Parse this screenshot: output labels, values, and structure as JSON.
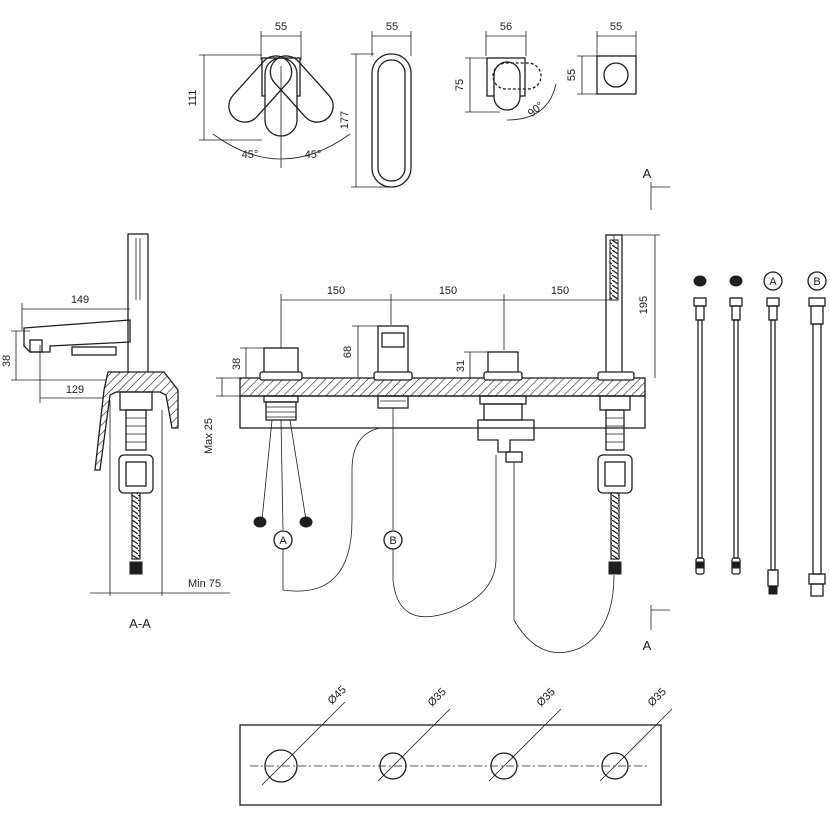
{
  "top_views": {
    "lever_width": "55",
    "lever_height": "111",
    "lever_angle_left": "45°",
    "lever_angle_right": "45°",
    "spout_width": "55",
    "spout_height": "177",
    "diverter_width": "56",
    "diverter_height": "75",
    "diverter_angle": "90°",
    "knob_width": "55",
    "knob_height": "55"
  },
  "section_aa": {
    "spout_reach": "149",
    "spout_height": "38",
    "spout_projection": "129",
    "min_depth": "Min 75",
    "caption": "A-A"
  },
  "front_view": {
    "spacing_1": "150",
    "spacing_2": "150",
    "spacing_3": "150",
    "handshower_height": "195",
    "lever_height": "38",
    "spout_height": "68",
    "diverter_height": "31",
    "deck_max": "Max 25",
    "section_mark_top": "A",
    "section_mark_bottom": "A",
    "connection_a": "A",
    "connection_b": "B"
  },
  "hoses": {
    "label_a": "A",
    "label_b": "B"
  },
  "hole_plan": {
    "hole_1": "Ø45",
    "hole_2": "Ø35",
    "hole_3": "Ø35",
    "hole_4": "Ø35"
  },
  "colors": {
    "line": "#1e1e1e",
    "background": "#ffffff"
  }
}
